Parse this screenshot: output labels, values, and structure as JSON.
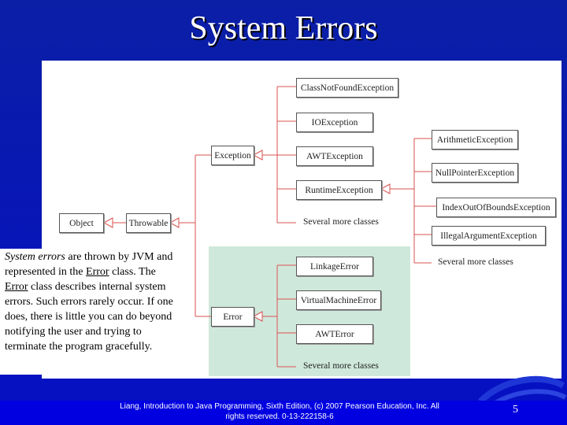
{
  "slide": {
    "title": "System Errors",
    "page_number": "5",
    "footer": "Liang, Introduction to Java Programming, Sixth Edition, (c) 2007 Pearson Education, Inc. All rights reserved. 0-13-222158-6"
  },
  "diagram": {
    "object": "Object",
    "throwable": "Throwable",
    "exception": "Exception",
    "error": "Error",
    "exception_children": [
      "ClassNotFoundException",
      "IOException",
      "AWTException",
      "RuntimeException",
      "Several more classes"
    ],
    "runtime_children": [
      "ArithmeticException",
      "NullPointerException",
      "IndexOutOfBoundsException",
      "IllegalArgumentException",
      "Several more classes"
    ],
    "error_children": [
      "LinkageError",
      "VirtualMachineError",
      "AWTError",
      "Several more classes"
    ],
    "colors": {
      "line": "#d9534f",
      "highlight": "#cfe8dc",
      "background": "#0a1fa6"
    }
  },
  "note": {
    "part1": "System errors",
    "part2": " are thrown by JVM and represented in the ",
    "link1": "Error",
    "part3": " class. The ",
    "link2": "Error",
    "part4": " class describes internal system errors. Such errors rarely occur. If one does, there is little you can do beyond notifying the user and trying to terminate the program gracefully."
  }
}
